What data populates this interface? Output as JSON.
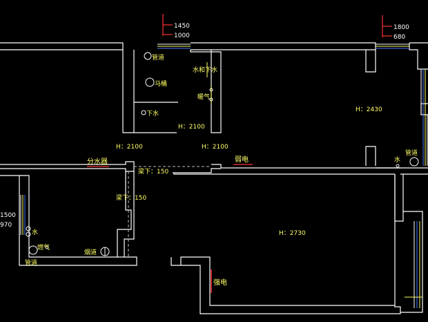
{
  "dims": {
    "top_left_a": "1450",
    "top_left_b": "1000",
    "top_right_a": "1800",
    "top_right_b": "680",
    "left_a": "1500",
    "left_b": "970"
  },
  "labels": {
    "pipe_bath": "管道",
    "water_drain": "水和下水",
    "toilet": "马桶",
    "heating": "暖气",
    "drain": "下水",
    "height_bath": "H：2100",
    "height_left": "H：2100",
    "height_mid": "H：2100",
    "height_right": "H：2430",
    "distributor": "分水器",
    "weak_current": "弱电",
    "pipe_right": "管道",
    "water_right": "水",
    "beam_h": "梁下：150",
    "beam_v": "梁下：150",
    "water_kitchen": "水",
    "gas": "燃气",
    "flue": "烟道",
    "pipe_kitchen": "管道",
    "height_living": "H：2730",
    "strong_current": "强电"
  },
  "colors": {
    "wall": "#ffffff",
    "text": "#ffff66",
    "marker": "#ff3333",
    "window": "#4d7cff",
    "hidden_line": "#bbbbbb"
  }
}
